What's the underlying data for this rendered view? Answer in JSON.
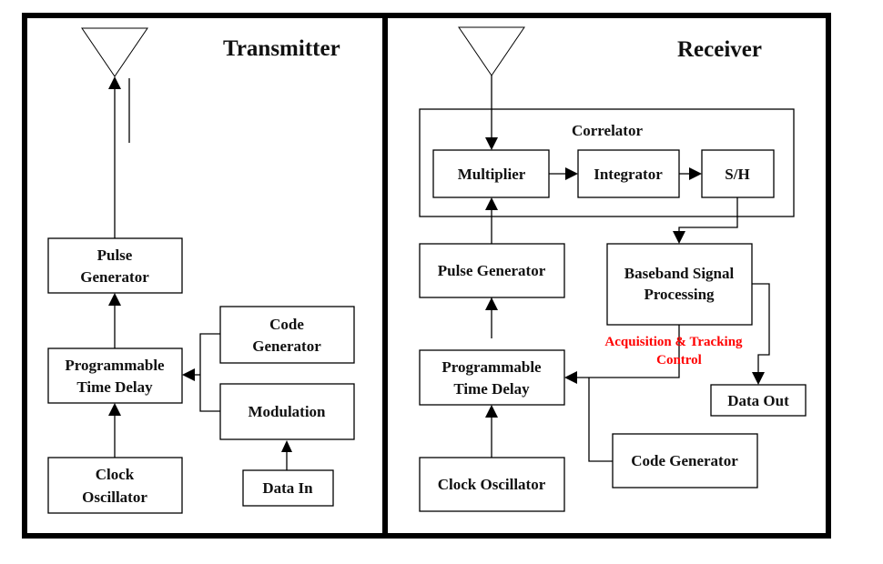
{
  "transmitter": {
    "title": "Transmitter",
    "blocks": {
      "pulse_generator": [
        "Pulse",
        "Generator"
      ],
      "time_delay": [
        "Programmable",
        "Time Delay"
      ],
      "clock_oscillator": [
        "Clock",
        "Oscillator"
      ],
      "code_generator": [
        "Code",
        "Generator"
      ],
      "modulation": "Modulation",
      "data_in": "Data In"
    }
  },
  "receiver": {
    "title": "Receiver",
    "correlator_label": "Correlator",
    "blocks": {
      "multiplier": "Multiplier",
      "integrator": "Integrator",
      "sample_hold": "S/H",
      "pulse_generator": "Pulse Generator",
      "baseband": [
        "Baseband Signal",
        "Processing"
      ],
      "time_delay": [
        "Programmable",
        "Time Delay"
      ],
      "clock_oscillator": "Clock Oscillator",
      "code_generator": "Code Generator",
      "data_out": "Data Out"
    },
    "control_annotation": [
      "Acquisition & Tracking",
      "Control"
    ],
    "annotation_color": "#ff0000"
  }
}
